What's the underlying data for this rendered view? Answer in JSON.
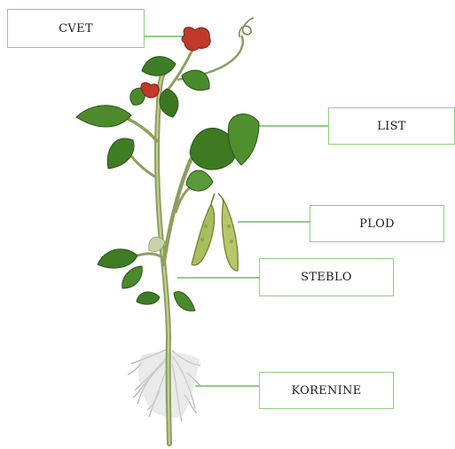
{
  "labels": {
    "flower": "CVET",
    "leaf": "LIST",
    "fruit": "PLOD",
    "stem": "STEBLO",
    "roots": "KORENINE"
  },
  "colors": {
    "connector": "#8fcf7f",
    "leaf": "#4f8a2c",
    "leaf_dark": "#2f5e1a",
    "stem": "#9aa86a",
    "flower": "#c0392b",
    "pod": "#a9bd5c",
    "root": "#b8b8b8"
  }
}
